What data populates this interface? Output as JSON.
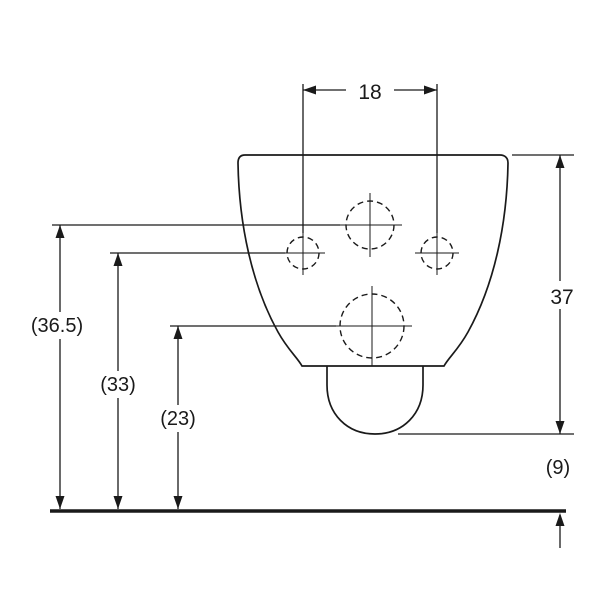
{
  "drawing": {
    "labels": {
      "width_top": "18",
      "height_right": "37",
      "height_outer_left": "(36.5)",
      "height_middle_left": "(33)",
      "height_inner_left": "(23)",
      "height_below_outlet": "(9)"
    }
  }
}
